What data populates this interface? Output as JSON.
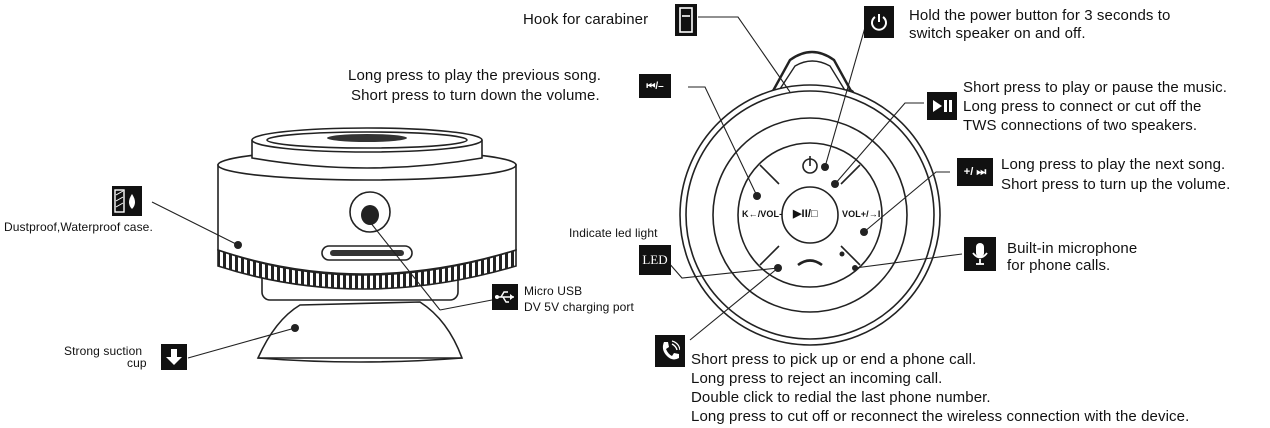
{
  "left_diagram": {
    "dustproof_label": "Dustproof,Waterproof case.",
    "suction_label_line1": "Strong suction",
    "suction_label_line2": "cup",
    "usb_label_line1": "Micro USB",
    "usb_label_line2": "DV 5V charging port"
  },
  "right_diagram": {
    "hook_label": "Hook for carabiner",
    "power_label_line1": "Hold the power button for 3 seconds to",
    "power_label_line2": "switch speaker on and off.",
    "prev_label_line1": "Long press to play the previous song.",
    "prev_label_line2": "Short press to turn down the volume.",
    "play_label_line1": "Short press to play or pause the music.",
    "play_label_line2": "Long press to connect or cut off the",
    "play_label_line3": "TWS connections of two speakers.",
    "next_label_line1": "Long press to play the next song.",
    "next_label_line2": "Short press to turn up the volume.",
    "led_caption": "Indicate led light",
    "led_box_text": "LED",
    "mic_label_line1": "Built-in microphone",
    "mic_label_line2": "for phone calls.",
    "call_lines": [
      "Short press to pick up or end a phone call.",
      "Long press to reject an incoming call.",
      "Double click to redial the last phone number.",
      "Long press to cut off or reconnect the wireless connection with the device."
    ],
    "button_labels": {
      "vol_down": "K←/VOL-",
      "vol_up": "VOL+/→I",
      "play": "▶II/□",
      "prev_box": "⏮/–",
      "next_box": "+/ ⏭"
    }
  },
  "colors": {
    "ink": "#111111",
    "paper": "#ffffff"
  }
}
